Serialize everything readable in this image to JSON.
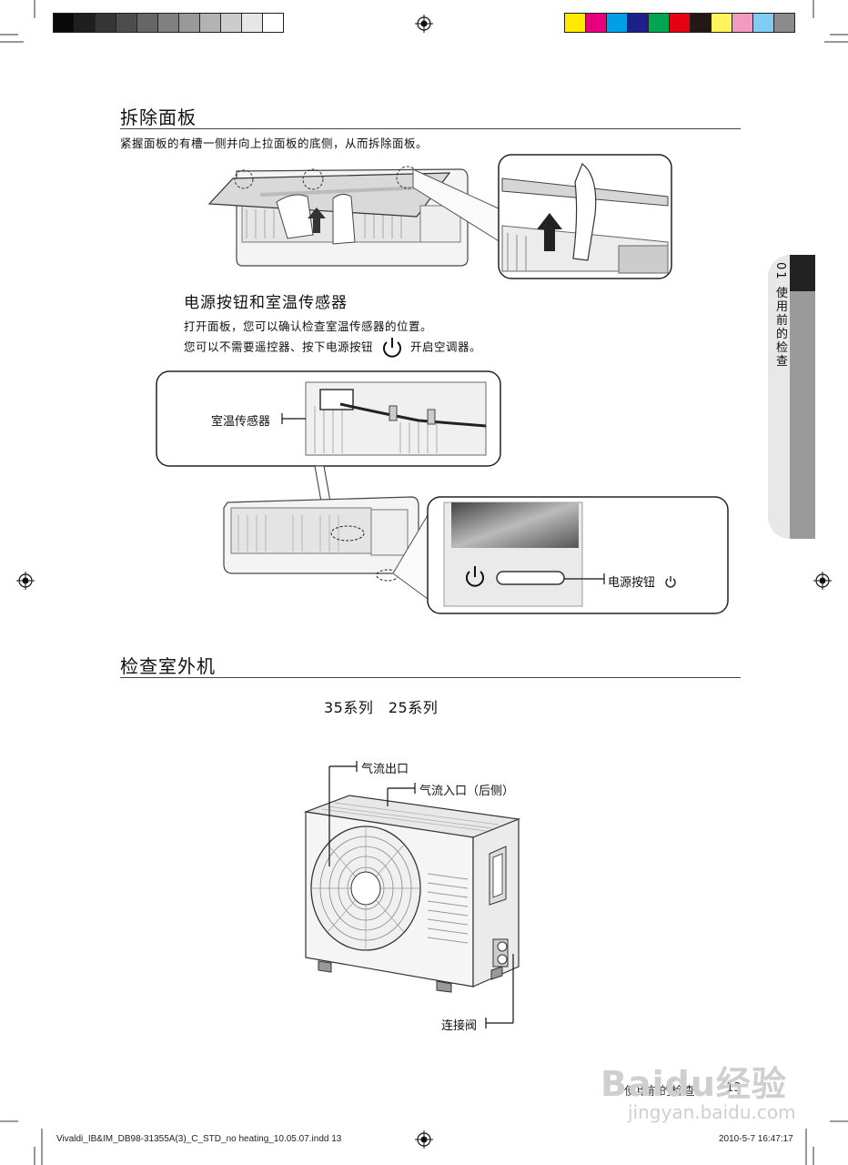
{
  "section1": {
    "title": "拆除面板",
    "desc": "紧握面板的有槽一侧并向上拉面板的底侧，从而拆除面板。"
  },
  "section2": {
    "title": "电源按钮和室温传感器",
    "line1": "打开面板，您可以确认检查室温传感器的位置。",
    "line2_before": "您可以不需要遥控器、按下电源按钮",
    "line2_after": "开启空调器。",
    "label_sensor": "室温传感器",
    "label_power": "电源按钮"
  },
  "section3": {
    "title": "检查室外机",
    "models": "35系列　25系列",
    "label_outlet": "气流出口",
    "label_inlet": "气流入口（后侧）",
    "label_valve": "连接阀"
  },
  "side_tab": {
    "text": "01 使用前的检查"
  },
  "page_footer": {
    "text": "使用前的检查",
    "page": "13"
  },
  "print_footer": {
    "left": "Vivaldi_IB&IM_DB98-31355A(3)_C_STD_no heating_10.05.07.indd   13",
    "right": "2010-5-7   16:47:17"
  },
  "watermark": {
    "brand": "Baidu经验",
    "url": "jingyan.baidu.com"
  },
  "colors": {
    "grayscale_bar": [
      "#0a0a0a",
      "#1f1f1f",
      "#353535",
      "#4d4d4d",
      "#666666",
      "#808080",
      "#999999",
      "#b3b3b3",
      "#cccccc",
      "#e6e6e6",
      "#ffffff"
    ],
    "color_bar": [
      "#ffeb00",
      "#e6007e",
      "#00a0e9",
      "#1d2088",
      "#00a651",
      "#e60012",
      "#231815",
      "#fff45c",
      "#f49ac1",
      "#7fcdf2",
      "#8a8a8a"
    ]
  }
}
